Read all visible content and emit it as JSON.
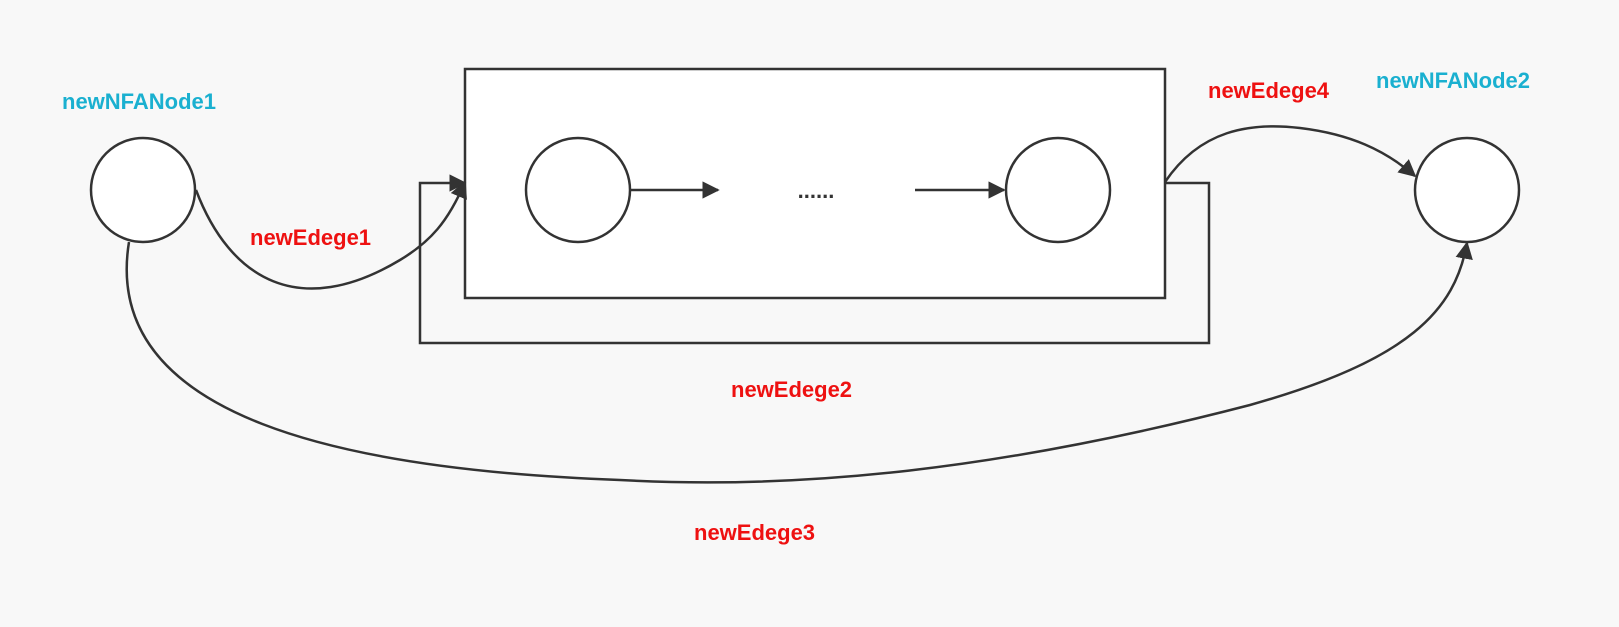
{
  "diagram": {
    "nodes": {
      "node1_label": "newNFANode1",
      "node2_label": "newNFANode2"
    },
    "edges": {
      "edge1_label": "newEdege1",
      "edge2_label": "newEdege2",
      "edge3_label": "newEdege3",
      "edge4_label": "newEdege4"
    },
    "inner": {
      "ellipsis": "......"
    }
  },
  "colors": {
    "node_label": "#1ab0d0",
    "edge_label": "#ee1111",
    "stroke": "#333333",
    "node_fill": "#ffffff",
    "background": "#f8f8f8"
  }
}
